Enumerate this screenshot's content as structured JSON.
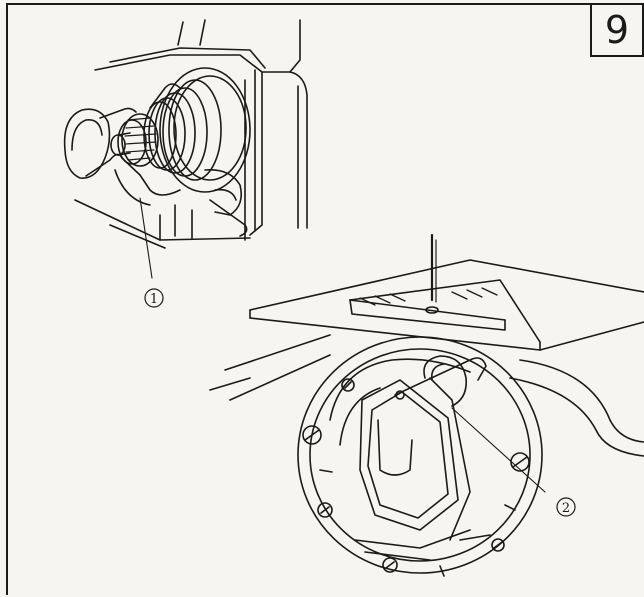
{
  "figure": {
    "number": "9"
  },
  "callouts": [
    {
      "id": "1",
      "label": "1"
    },
    {
      "id": "2",
      "label": "2"
    }
  ],
  "illustration_parts": {
    "upper": "tension-adjustment-nut-assembly",
    "lower": "rotary-hook-under-needle-plate"
  }
}
